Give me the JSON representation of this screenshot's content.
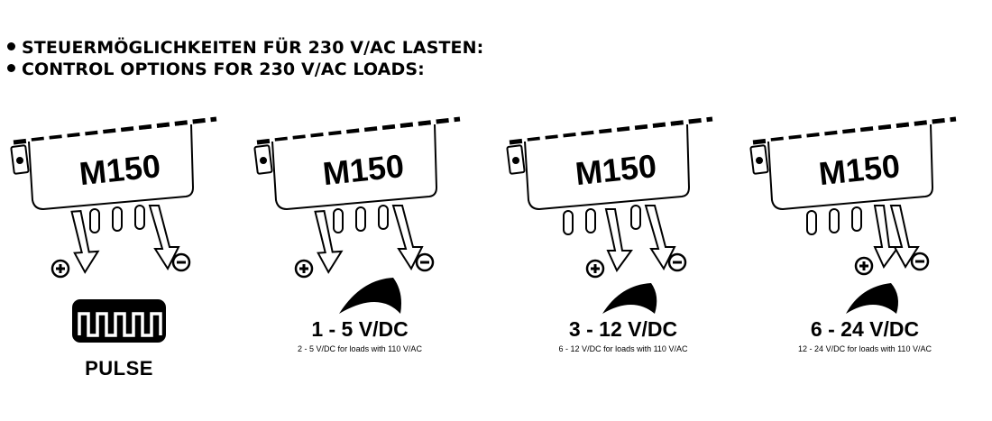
{
  "headings": [
    "STEUERMÖGLICHKEITEN FÜR 230 V/AC LASTEN:",
    "CONTROL OPTIONS FOR 230 V/AC LOADS:"
  ],
  "modules": [
    {
      "model": "M150",
      "signal": "PULSE",
      "range": "",
      "note": ""
    },
    {
      "model": "M150",
      "signal": "",
      "range": "1 - 5 V/DC",
      "note": "2 - 5 V/DC for loads with 110 V/AC"
    },
    {
      "model": "M150",
      "signal": "",
      "range": "3 - 12 V/DC",
      "note": "6 - 12 V/DC for loads with 110 V/AC"
    },
    {
      "model": "M150",
      "signal": "",
      "range": "6 - 24 V/DC",
      "note": "12 - 24 V/DC for loads with 110 V/AC"
    }
  ],
  "icons": {
    "plus": "plus-circle-icon",
    "minus": "minus-circle-icon",
    "pulse": "square-wave-icon",
    "ramp": "ramp-curve-icon"
  }
}
